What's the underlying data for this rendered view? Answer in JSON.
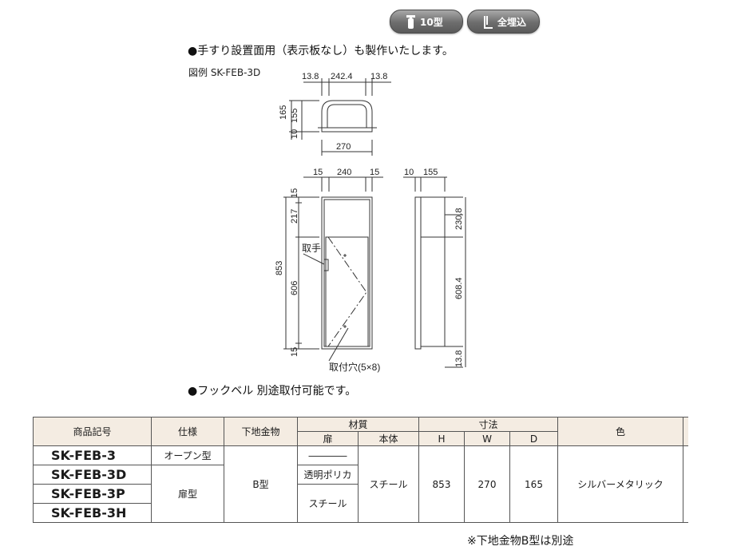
{
  "badges": {
    "size": "10型",
    "mount": "全埋込"
  },
  "notes": {
    "handrail": "●手すり設置面用（表示板なし）も製作いたします。",
    "hook_bell": "●フックベル 別途取付可能です。",
    "footnote": "※下地金物B型は別途"
  },
  "figure": {
    "caption": "図例 SK-FEB-3D",
    "top_view_dims": [
      "13.8",
      "242.4",
      "13.8",
      "165",
      "155",
      "10",
      "270"
    ],
    "front_view_dims": [
      "15",
      "240",
      "15",
      "15",
      "217",
      "853",
      "606",
      "15"
    ],
    "side_view_dims": [
      "10",
      "155",
      "230.8",
      "608.4",
      "13.8"
    ],
    "labels": {
      "handle": "取手",
      "mount_hole": "取付穴(5×8)"
    }
  },
  "table": {
    "headers": {
      "product_code": "商品記号",
      "spec": "仕様",
      "base_hardware": "下地金物",
      "material": "材質",
      "door": "扉",
      "body": "本体",
      "dimensions": "寸法",
      "h": "H",
      "w": "W",
      "d": "D",
      "color": "色"
    },
    "rows": [
      {
        "code": "SK-FEB-3",
        "spec": "オープン型",
        "door": "――――"
      },
      {
        "code": "SK-FEB-3D",
        "spec": "扉型",
        "door": "透明ポリカ"
      },
      {
        "code": "SK-FEB-3P",
        "door": "スチール"
      },
      {
        "code": "SK-FEB-3H"
      }
    ],
    "shared": {
      "base_hardware": "B型",
      "body": "スチール",
      "h": "853",
      "w": "270",
      "d": "165",
      "color": "シルバーメタリック"
    }
  }
}
